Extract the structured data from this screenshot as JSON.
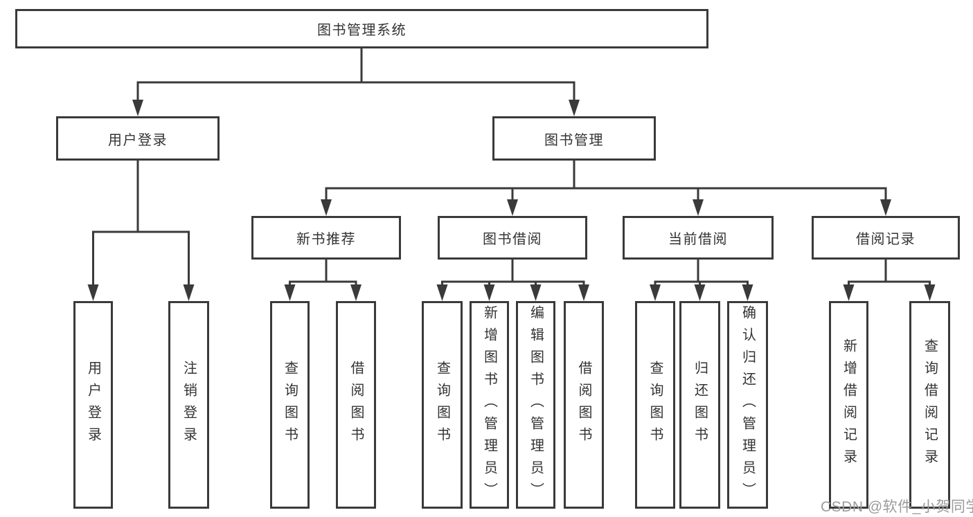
{
  "colors": {
    "background": "#ffffff",
    "line": "#3a3a3a",
    "box_border": "#3a3a3a",
    "text": "#333333",
    "watermark": "#9b9b9b"
  },
  "diagram": {
    "type": "tree",
    "root": {
      "label": "图书管理系统"
    },
    "level2": [
      {
        "label": "用户登录"
      },
      {
        "label": "图书管理"
      }
    ],
    "level3": [
      {
        "label": "新书推荐",
        "parent": "图书管理"
      },
      {
        "label": "图书借阅",
        "parent": "图书管理"
      },
      {
        "label": "当前借阅",
        "parent": "图书管理"
      },
      {
        "label": "借阅记录",
        "parent": "图书管理"
      }
    ],
    "leaves": [
      {
        "label": "用户登录",
        "parent": "用户登录"
      },
      {
        "label": "注销登录",
        "parent": "用户登录"
      },
      {
        "label": "查询图书",
        "parent": "新书推荐"
      },
      {
        "label": "借阅图书",
        "parent": "新书推荐"
      },
      {
        "label": "查询图书",
        "parent": "图书借阅"
      },
      {
        "label": "新增图书（管理员）",
        "parent": "图书借阅"
      },
      {
        "label": "编辑图书（管理员）",
        "parent": "图书借阅"
      },
      {
        "label": "借阅图书",
        "parent": "图书借阅"
      },
      {
        "label": "查询图书",
        "parent": "当前借阅"
      },
      {
        "label": "归还图书",
        "parent": "当前借阅"
      },
      {
        "label": "确认归还（管理员）",
        "parent": "当前借阅"
      },
      {
        "label": "新增借阅记录",
        "parent": "借阅记录"
      },
      {
        "label": "查询借阅记录",
        "parent": "借阅记录"
      }
    ]
  },
  "watermark": {
    "text": "CSDN @软件_小贺同学"
  }
}
